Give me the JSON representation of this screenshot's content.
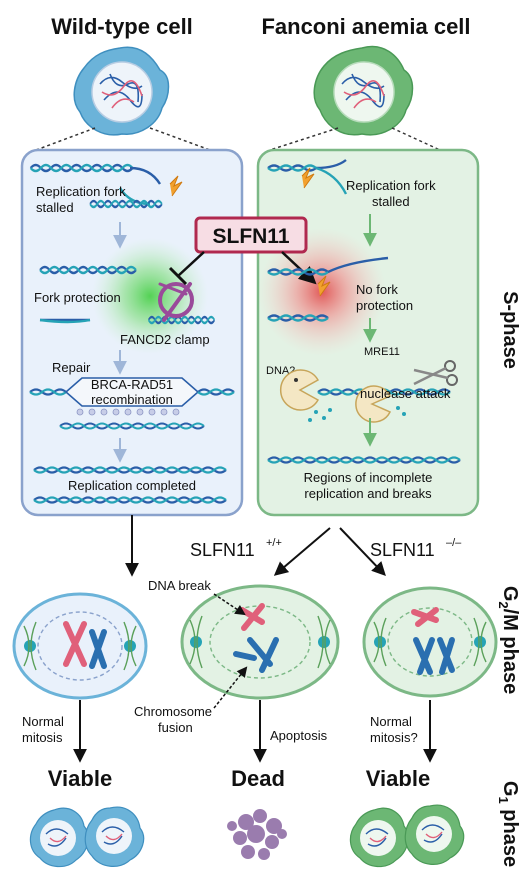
{
  "titles": {
    "wild_type": "Wild-type cell",
    "fanconi": "Fanconi anemia cell"
  },
  "left_panel": {
    "fork_stalled": [
      "Replication fork",
      "stalled"
    ],
    "fork_protection": "Fork protection",
    "fancd2": "FANCD2 clamp",
    "repair": "Repair",
    "brca": [
      "BRCA-RAD51",
      "recombination"
    ],
    "completed": "Replication completed"
  },
  "center_label": "SLFN11",
  "right_panel": {
    "fork_stalled": [
      "Replication fork",
      "stalled"
    ],
    "no_protection": [
      "No fork",
      "protection"
    ],
    "dna2": "DNA2",
    "mre11": "MRE11",
    "nuclease": "nuclease attack",
    "incomplete": [
      "Regions of incomplete",
      "replication and breaks"
    ]
  },
  "genotypes": {
    "positive": "SLFN11",
    "positive_sup": "+/+",
    "negative": "SLFN11",
    "negative_sup": "–/–"
  },
  "annotations": {
    "dna_break": "DNA break",
    "fusion": [
      "Chromosome",
      "fusion"
    ]
  },
  "arrow_labels": {
    "normal_mitosis": [
      "Normal",
      "mitosis"
    ],
    "apoptosis": "Apoptosis",
    "normal_mitosis_q": [
      "Normal",
      "mitosis?"
    ]
  },
  "outcomes": {
    "viable_left": "Viable",
    "dead": "Dead",
    "viable_right": "Viable"
  },
  "phases": {
    "s": "S-phase",
    "g2m": [
      "G",
      "2",
      "/M phase"
    ],
    "g1": [
      "G",
      "1",
      " phase"
    ]
  },
  "colors": {
    "wild_type": "#6bb3d9",
    "fanconi": "#6cb774",
    "panel_left_fill": "#e9f1fb",
    "panel_left_border": "#8aa2cc",
    "panel_right_fill": "#e3f2e4",
    "panel_right_border": "#7cb886",
    "slfn11_border": "#b0294f",
    "slfn11_fill": "#f7dde4",
    "dna_blue": "#2a5ea8",
    "dna_teal": "#26a3b6",
    "chrom_pink": "#e0607a",
    "chrom_blue": "#2a6fb0",
    "dead_purple": "#9a7cae"
  }
}
